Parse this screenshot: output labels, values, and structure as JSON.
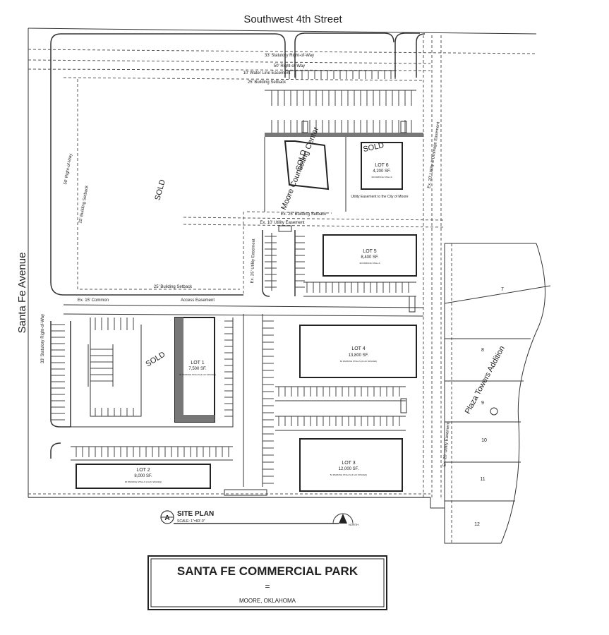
{
  "streets": {
    "north": "Southwest 4th Street",
    "west": "Santa Fe Avenue"
  },
  "easements": {
    "row_33_north": "33' Statutory Right-of-Way",
    "row_50_north": "50' Right-of-Way",
    "water_line": "10' Water Line Easement",
    "setback_25_north": "25' Building Setback",
    "row_50_west": "50' Right-of-Way",
    "setback_25_west": "25' Building Setback",
    "utility_drainage": "Ex. 20' Utility & Drainage Easement",
    "setback_25_mid": "Ex. 25' Building Setback",
    "utility_10": "Ex. 10' Utility Easement",
    "utility_25": "Ex. 25' Utility Easement",
    "common_15": "Ex. 15' Common",
    "access": "Access Easement",
    "setback_25_common": "25' Building Setback",
    "row_33_west": "33' Statutory Right-of-Way",
    "utility_city": "Utility Easement to the City of Moore",
    "utility_east": "Ex. 20' Utility Easement"
  },
  "parcels": {
    "sold_large": "SOLD",
    "counseling_sold": "SOLD",
    "counseling_name": "Moore Counseling Center",
    "lot6_sold": "SOLD",
    "lot1_sold": "SOLD"
  },
  "lots": [
    {
      "name": "LOT 6",
      "area": "4,200 SF.",
      "stalls": "28 PARKING STALLS"
    },
    {
      "name": "LOT 5",
      "area": "8,400 SF.",
      "stalls": "39 PARKING STALLS"
    },
    {
      "name": "LOT 4",
      "area": "13,800 SF.",
      "stalls": "63 PARKING STALLS (4 H/C SPACES)"
    },
    {
      "name": "LOT 1",
      "area": "7,500 SF.",
      "stalls": "35 PARKING STALLS (4 H/C SPACES)"
    },
    {
      "name": "LOT 2",
      "area": "8,000 SF.",
      "stalls": "36 PARKING STALLS (4 H/C SPACES)"
    },
    {
      "name": "LOT 3",
      "area": "12,000 SF.",
      "stalls": "54 PARKING STALLS (4 H/C SPACES)"
    }
  ],
  "addition": {
    "name": "Plaza Towers Addition",
    "lots": [
      "7",
      "8",
      "9",
      "10",
      "11",
      "12"
    ]
  },
  "site_plan": {
    "marker": "A",
    "title": "SITE PLAN",
    "scale": "SCALE: 1\"=60'-0\"",
    "north": "NORTH"
  },
  "title_block": {
    "name": "SANTA FE COMMERCIAL PARK",
    "mark": "=",
    "location": "MOORE, OKLAHOMA"
  }
}
